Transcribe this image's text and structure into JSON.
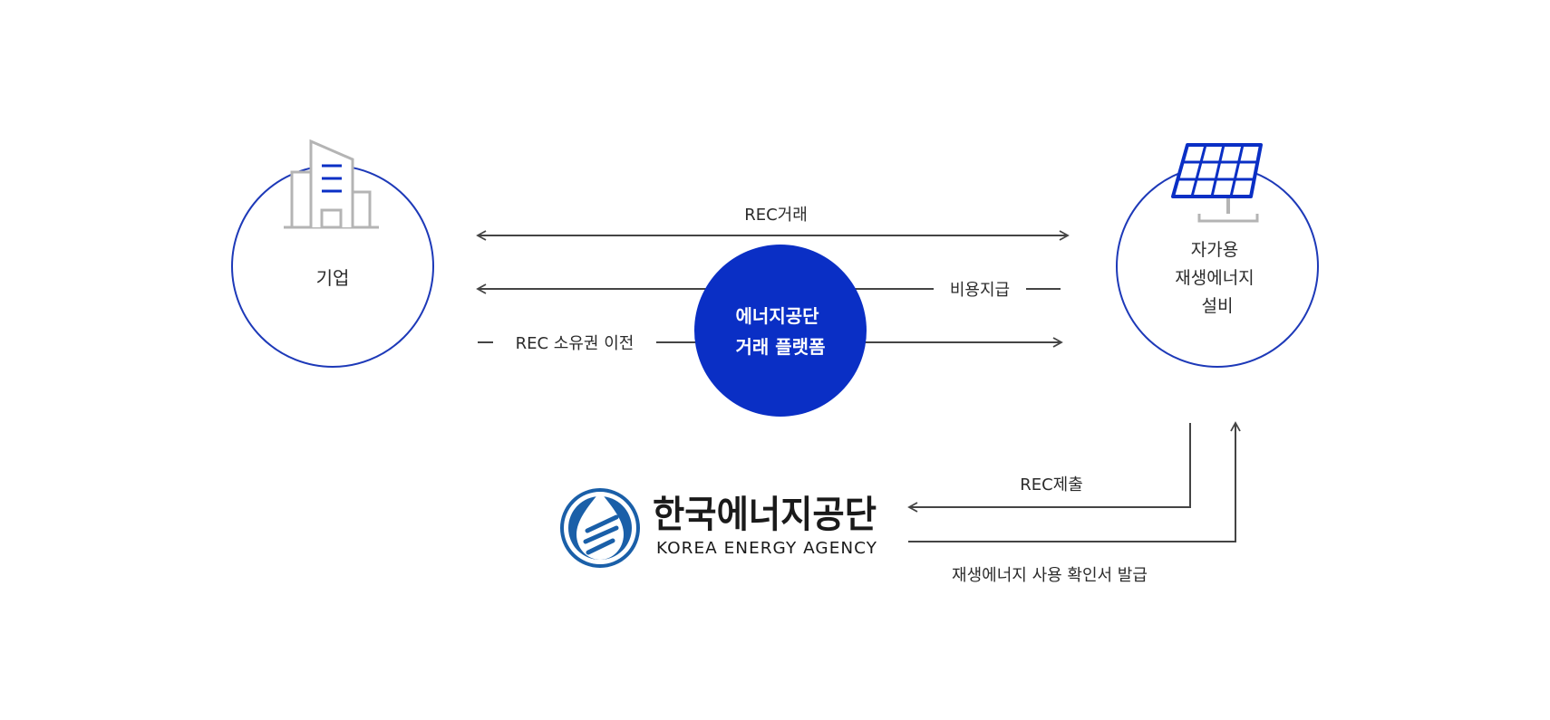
{
  "nodes": {
    "company": {
      "label": "기업"
    },
    "facility": {
      "label_lines": [
        "자가용",
        "재생에너지",
        "설비"
      ]
    },
    "platform": {
      "label_lines": [
        "에너지공단",
        "거래 플랫폼"
      ]
    }
  },
  "flows": {
    "rec_trade": "REC거래",
    "payment": "비용지급",
    "ownership_transfer": "REC 소유권 이전",
    "rec_submission": "REC제출",
    "certificate_issue": "재생에너지 사용 확인서 발급"
  },
  "agency": {
    "name_ko": "한국에너지공단",
    "name_en": "KOREA ENERGY AGENCY"
  },
  "colors": {
    "accent": "#0a2fc5",
    "logo_blue": "#1a5fa8",
    "line": "#444444",
    "building_gray": "#b4b4b4"
  },
  "icons": {
    "company": "building-icon",
    "facility": "solar-panel-icon",
    "agency": "agency-logo-icon"
  }
}
